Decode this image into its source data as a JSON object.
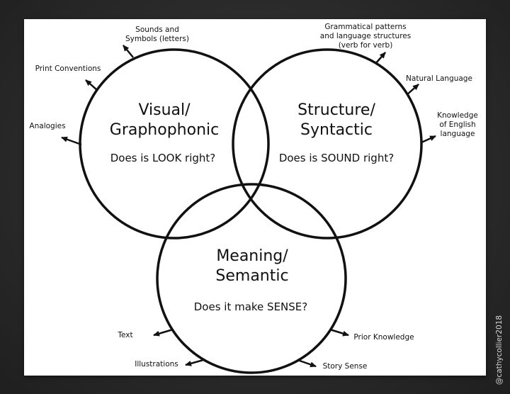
{
  "circles": {
    "visual": {
      "title_line1": "Visual/",
      "title_line2": "Graphophonic",
      "question": "Does is LOOK right?",
      "labels": {
        "sounds_line1": "Sounds and",
        "sounds_line2": "Symbols (letters)",
        "print": "Print Conventions",
        "analogies": "Analogies"
      }
    },
    "structure": {
      "title_line1": "Structure/",
      "title_line2": "Syntactic",
      "question": "Does is SOUND right?",
      "labels": {
        "grammar_line1": "Grammatical patterns",
        "grammar_line2": "and language structures",
        "grammar_line3": "(verb for verb)",
        "natural": "Natural Language",
        "knowledge_line1": "Knowledge",
        "knowledge_line2": "of English",
        "knowledge_line3": "language"
      }
    },
    "meaning": {
      "title_line1": "Meaning/",
      "title_line2": "Semantic",
      "question": "Does it make SENSE?",
      "labels": {
        "text": "Text",
        "illustrations": "Illustrations",
        "prior": "Prior Knowledge",
        "story": "Story Sense"
      }
    }
  },
  "watermark": "@cathycollier2018",
  "colors": {
    "background": "#2b2b2b",
    "panel": "#ffffff",
    "ink": "#111111"
  }
}
